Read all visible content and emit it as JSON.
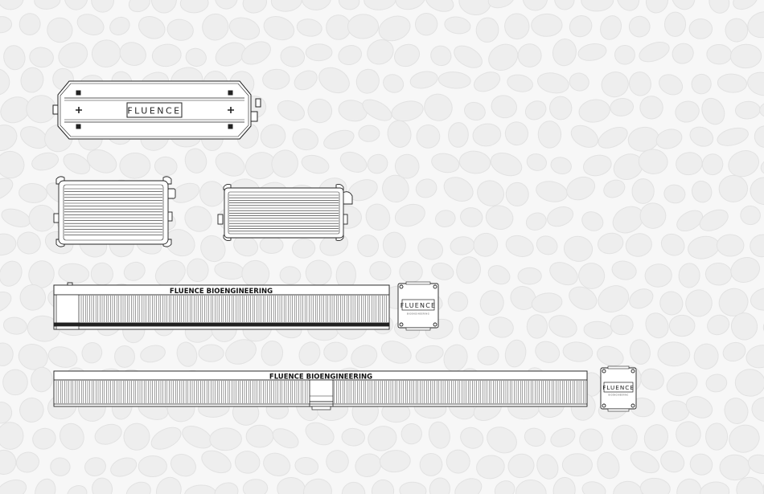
{
  "fixtures": {
    "top_logo": "FLUENCE",
    "mid_bar_label": "FLUENCE BIOENGINEERING",
    "long_bar_label": "FLUENCE BIOENGINEERING",
    "driver_box_1_logo": "FLUENCE",
    "driver_box_1_sub": "BIOENGINEERING",
    "driver_box_2_logo": "FLUENCE",
    "driver_box_2_sub": "BIOENGINEERING"
  },
  "colors": {
    "background": "#f7f7f7",
    "pattern": "#ececec",
    "line": "#222222"
  }
}
